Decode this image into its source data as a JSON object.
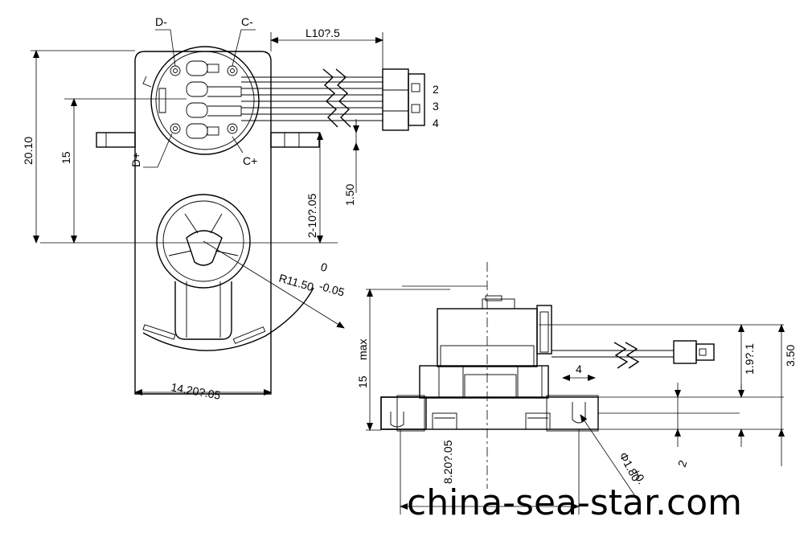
{
  "pins": {
    "d_minus": "D-",
    "c_minus": "C-",
    "d_plus": "D+",
    "c_plus": "C+"
  },
  "connector_pins": [
    "2",
    "3",
    "4"
  ],
  "dimensions": {
    "cable_length": "L10?.5",
    "height_20": "20.10",
    "height_15": "15",
    "hole_pitch": "2-10?.05",
    "offset_150": "1.50",
    "radius": "R11.50",
    "radius_tol_upper": "0",
    "radius_tol_lower": "-0.05",
    "width": "14.20?.05",
    "max_height": "15",
    "max_word": "max",
    "slot_width": "4",
    "dim_19": "1.9?.1",
    "dim_35": "3.50",
    "hole_dia": "Φ1.80",
    "hole_tol": "+0.",
    "dim_2": "2",
    "dim_820": "8.20?.05"
  },
  "watermark": "china-sea-star.com"
}
